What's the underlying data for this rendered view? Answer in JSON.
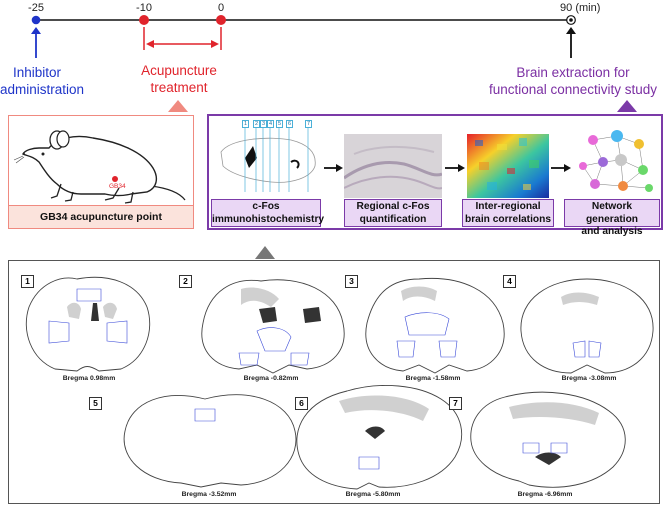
{
  "timeline": {
    "ticks": [
      "-25",
      "-10",
      "0"
    ],
    "end_tick": "90",
    "unit": "(min)"
  },
  "labels": {
    "inhibitor": [
      "Inhibitor",
      "administration"
    ],
    "acupuncture": [
      "Acupuncture",
      "treatment"
    ],
    "brain_extraction": [
      "Brain extraction for",
      "functional connectivity study"
    ]
  },
  "mouse_panel": {
    "point_label": "GB34",
    "caption": "GB34 acupuncture point"
  },
  "workflow": {
    "steps": [
      {
        "line1": "c-Fos",
        "line2": "immunohistochemistry"
      },
      {
        "line1": "Regional c-Fos",
        "line2": "quantification"
      },
      {
        "line1": "Inter-regional",
        "line2": "brain correlations"
      },
      {
        "line1": "Network generation",
        "line2": "and analysis"
      }
    ],
    "section_markers": [
      "1",
      "2",
      "3",
      "4",
      "5",
      "6",
      "7"
    ]
  },
  "sections": [
    {
      "num": "1",
      "bregma": "Bregma 0.98mm"
    },
    {
      "num": "2",
      "bregma": "Bregma -0.82mm"
    },
    {
      "num": "3",
      "bregma": "Bregma -1.58mm"
    },
    {
      "num": "4",
      "bregma": "Bregma -3.08mm"
    },
    {
      "num": "5",
      "bregma": "Bregma -3.52mm"
    },
    {
      "num": "6",
      "bregma": "Bregma -5.80mm"
    },
    {
      "num": "7",
      "bregma": "Bregma -6.96mm"
    }
  ],
  "colors": {
    "blue": "#1f35c9",
    "red": "#e0242c",
    "purple": "#7b2fa3",
    "salmon": "#f08a80"
  }
}
